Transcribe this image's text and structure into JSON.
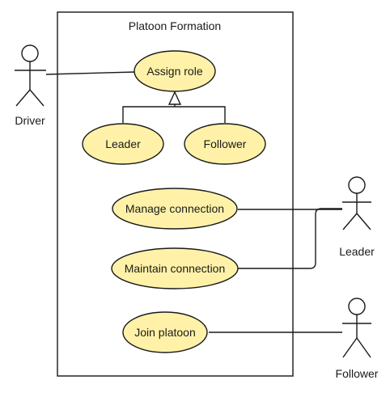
{
  "diagram": {
    "system_title": "Platoon Formation",
    "use_cases": {
      "assign_role": "Assign role",
      "leader": "Leader",
      "follower": "Follower",
      "manage_connection": "Manage connection",
      "maintain_connection": "Maintain connection",
      "join_platoon": "Join platoon"
    },
    "actors": {
      "driver": "Driver",
      "leader": "Leader",
      "follower": "Follower"
    },
    "colors": {
      "use_case_fill": "#fff2a8",
      "stroke": "#1a1a1a"
    }
  }
}
